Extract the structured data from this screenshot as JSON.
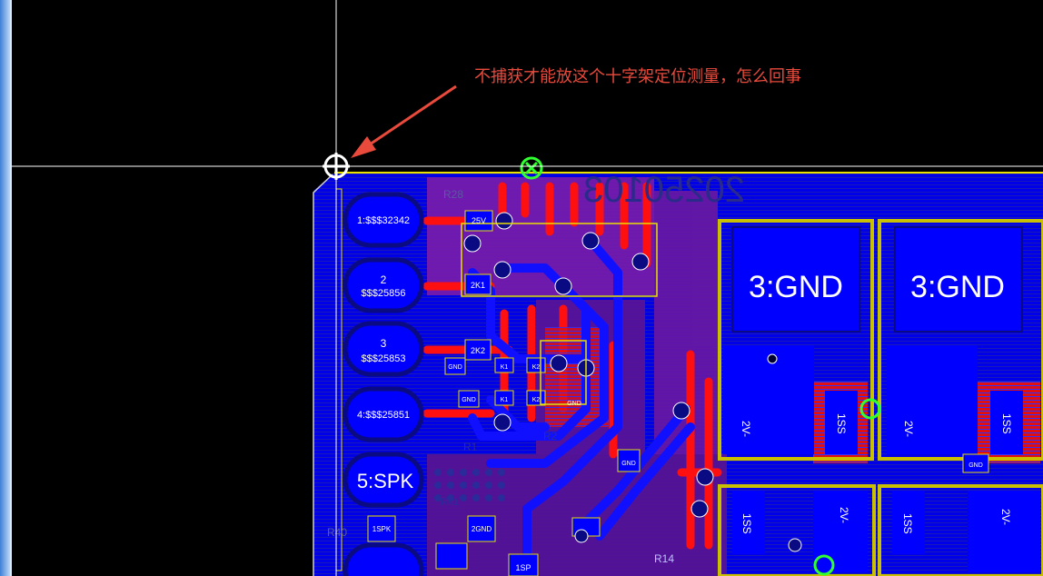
{
  "annotation": {
    "text": "不捕获才能放这个十字架定位测量，怎么回事"
  },
  "board": {
    "date_code": "20250103",
    "pad_labels": [
      "3:GND",
      "3:GND"
    ],
    "pad_small_labels": [
      "2V-",
      "1SS",
      "2V-",
      "1SS",
      "1SS",
      "2V-",
      "1SS",
      "2V-"
    ],
    "connector_pins": [
      {
        "line1": "1:$$$32342",
        "line2": ""
      },
      {
        "line1": "2",
        "line2": "$$$25856"
      },
      {
        "line1": "3",
        "line2": "$$$25853"
      },
      {
        "line1": "4:$$$25851",
        "line2": ""
      },
      {
        "line1": "5:SPK",
        "line2": ""
      }
    ],
    "net_labels": [
      "25V",
      "2K1",
      "2K2",
      "GND",
      "GND",
      "GND",
      "1SPK",
      "2GND",
      "1SP",
      "K1",
      "K2",
      "K1",
      "K2",
      "R41",
      "R40",
      "R14",
      "R1",
      "R2",
      "R28",
      "GND",
      "GND"
    ]
  },
  "colors": {
    "board_blue": "#0000e8",
    "trace_red": "#ff1010",
    "silk_yellow": "#e8e000",
    "via_green": "#30ff30",
    "pad_dark": "#0a0a82",
    "annotation_red": "#e94a3c"
  }
}
